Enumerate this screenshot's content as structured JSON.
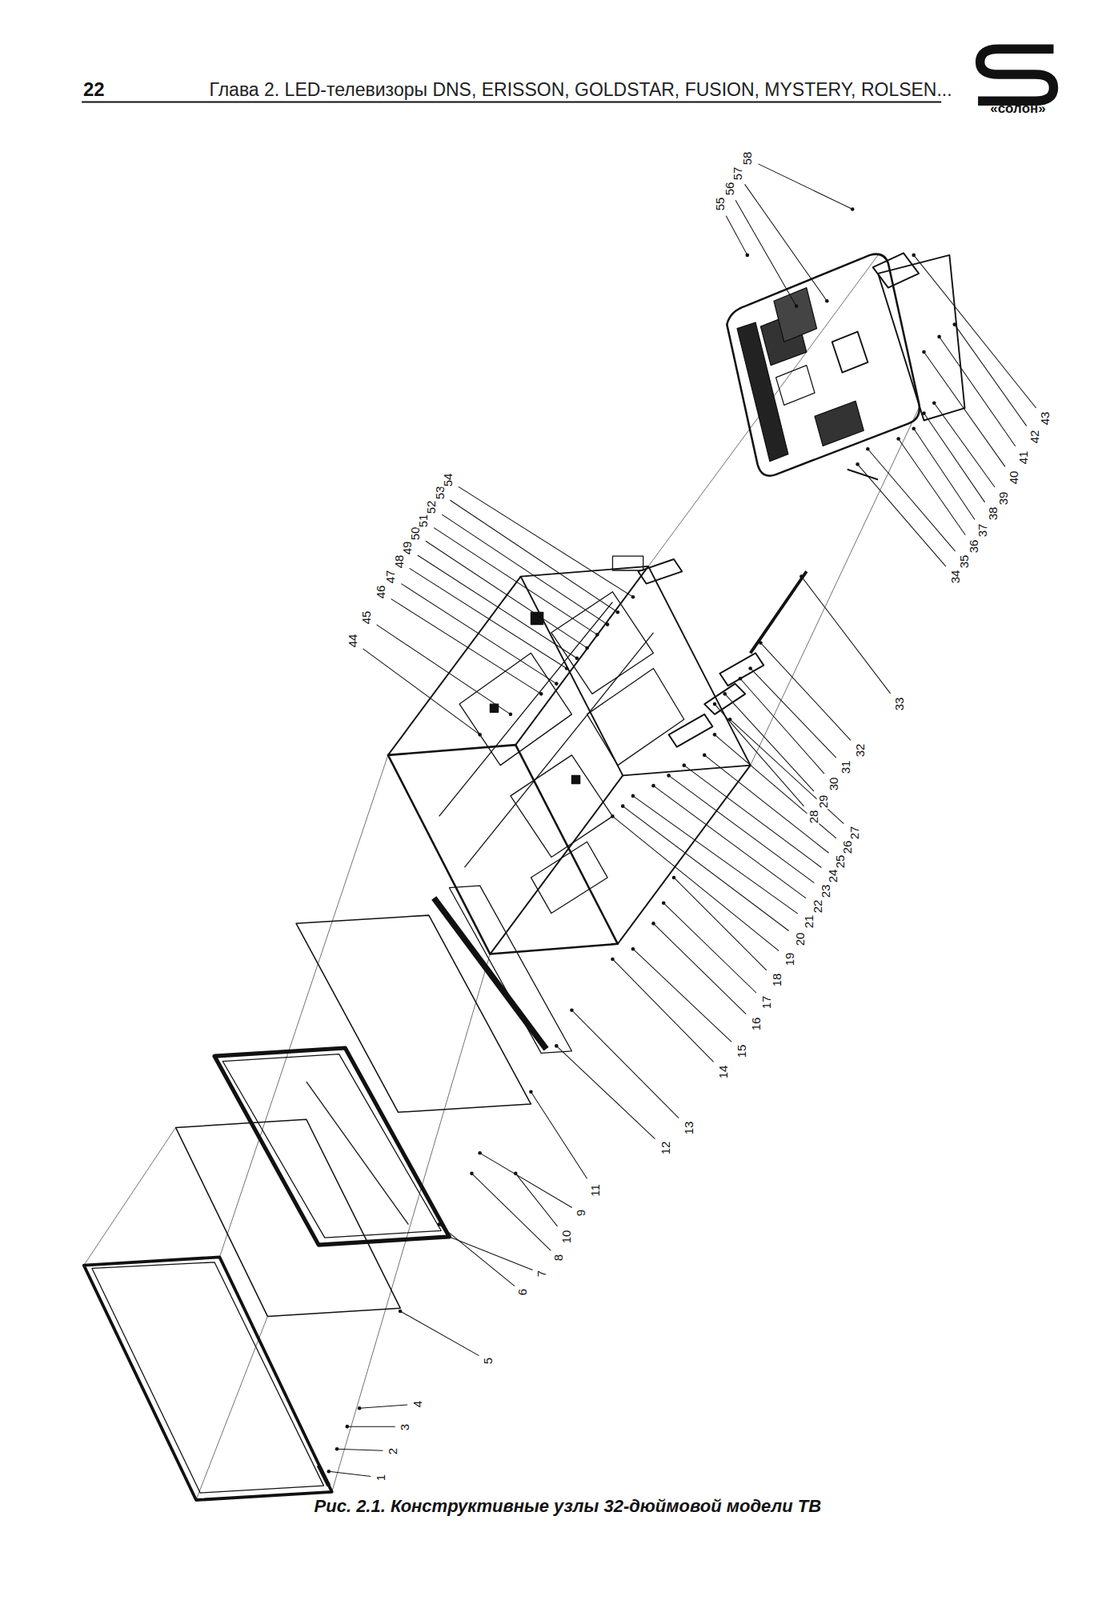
{
  "diagram": {
    "title": "Глава 2. LED-телевизоры DNS, ERISSON, GOLDSTAR, FUSION, MYSTERY, ROLSEN...",
    "caption": "Рис. 2.1. Конструктивные узлы 32-дюймовой модели ТВ",
    "labels": [
      "22",
      "«солон»",
      "1",
      "2",
      "3",
      "4",
      "5",
      "6",
      "7",
      "8",
      "9",
      "10",
      "11",
      "12",
      "13",
      "14",
      "15",
      "16",
      "17",
      "18",
      "19",
      "20",
      "21",
      "22",
      "23",
      "24",
      "25",
      "26",
      "27",
      "28",
      "29",
      "30",
      "31",
      "32",
      "33",
      "34",
      "35",
      "36",
      "37",
      "38",
      "39",
      "40",
      "41",
      "42",
      "43",
      "44",
      "45",
      "46",
      "47",
      "48",
      "49",
      "50",
      "51",
      "52",
      "53",
      "54",
      "55",
      "56",
      "57",
      "58"
    ]
  }
}
